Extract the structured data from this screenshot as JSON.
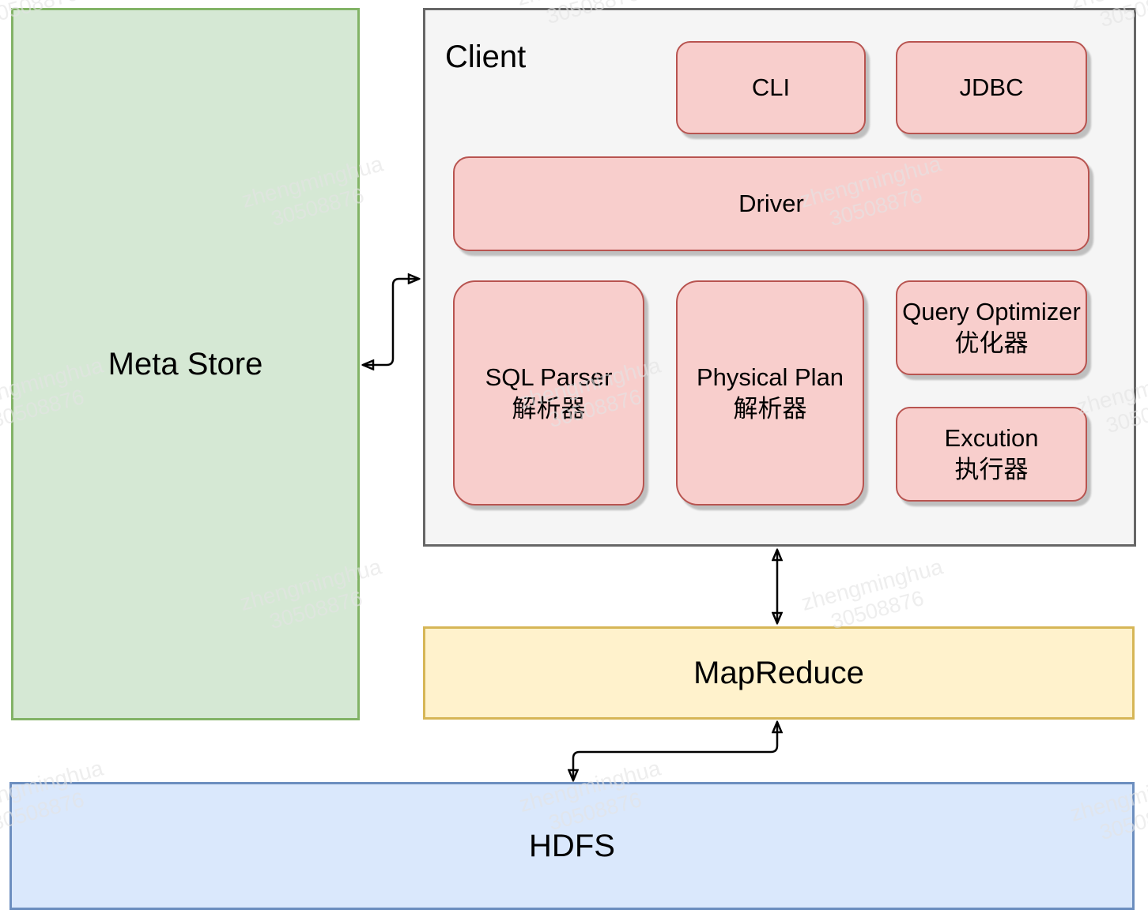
{
  "watermark": {
    "line1": "zhengminghua",
    "line2": "30508876"
  },
  "nodes": {
    "meta_store": {
      "label": "Meta Store"
    },
    "client": {
      "label": "Client"
    },
    "cli": {
      "label": "CLI"
    },
    "jdbc": {
      "label": "JDBC"
    },
    "driver": {
      "label": "Driver"
    },
    "sql_parser": {
      "label": "SQL Parser",
      "sublabel": "解析器"
    },
    "physical_plan": {
      "label": "Physical Plan",
      "sublabel": "解析器"
    },
    "query_optimizer": {
      "label": "Query Optimizer",
      "sublabel": "优化器"
    },
    "execution": {
      "label": "Excution",
      "sublabel": "执行器"
    },
    "mapreduce": {
      "label": "MapReduce"
    },
    "hdfs": {
      "label": "HDFS"
    }
  },
  "connections": [
    {
      "from": "meta_store",
      "to": "client",
      "type": "bidirectional"
    },
    {
      "from": "client",
      "to": "mapreduce",
      "type": "bidirectional"
    },
    {
      "from": "mapreduce",
      "to": "hdfs",
      "type": "bidirectional"
    }
  ],
  "colors": {
    "meta_store_fill": "#d5e8d4",
    "meta_store_stroke": "#82b366",
    "client_fill": "#f5f5f5",
    "client_stroke": "#666666",
    "component_fill": "#f8cecc",
    "component_stroke": "#b85450",
    "mapreduce_fill": "#fff2cc",
    "mapreduce_stroke": "#d6b656",
    "hdfs_fill": "#dae8fc",
    "hdfs_stroke": "#6c8ebf",
    "arrow": "#000000"
  }
}
